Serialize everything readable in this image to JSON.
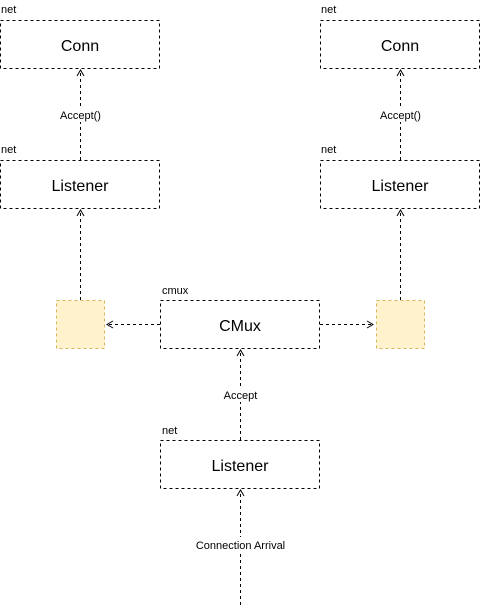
{
  "namespaces": {
    "conn_left": "net",
    "conn_right": "net",
    "listener_left": "net",
    "listener_right": "net",
    "cmux": "cmux",
    "listener_bottom": "net"
  },
  "boxes": {
    "conn_left": "Conn",
    "conn_right": "Conn",
    "listener_left": "Listener",
    "listener_right": "Listener",
    "cmux": "CMux",
    "listener_bottom": "Listener"
  },
  "edges": {
    "accept_left": "Accept()",
    "accept_right": "Accept()",
    "accept_cmux": "Accept",
    "connection_arrival": "Connection Arrival"
  },
  "colors": {
    "slot_fill": "#fff2cc",
    "slot_stroke": "#d6b656"
  }
}
